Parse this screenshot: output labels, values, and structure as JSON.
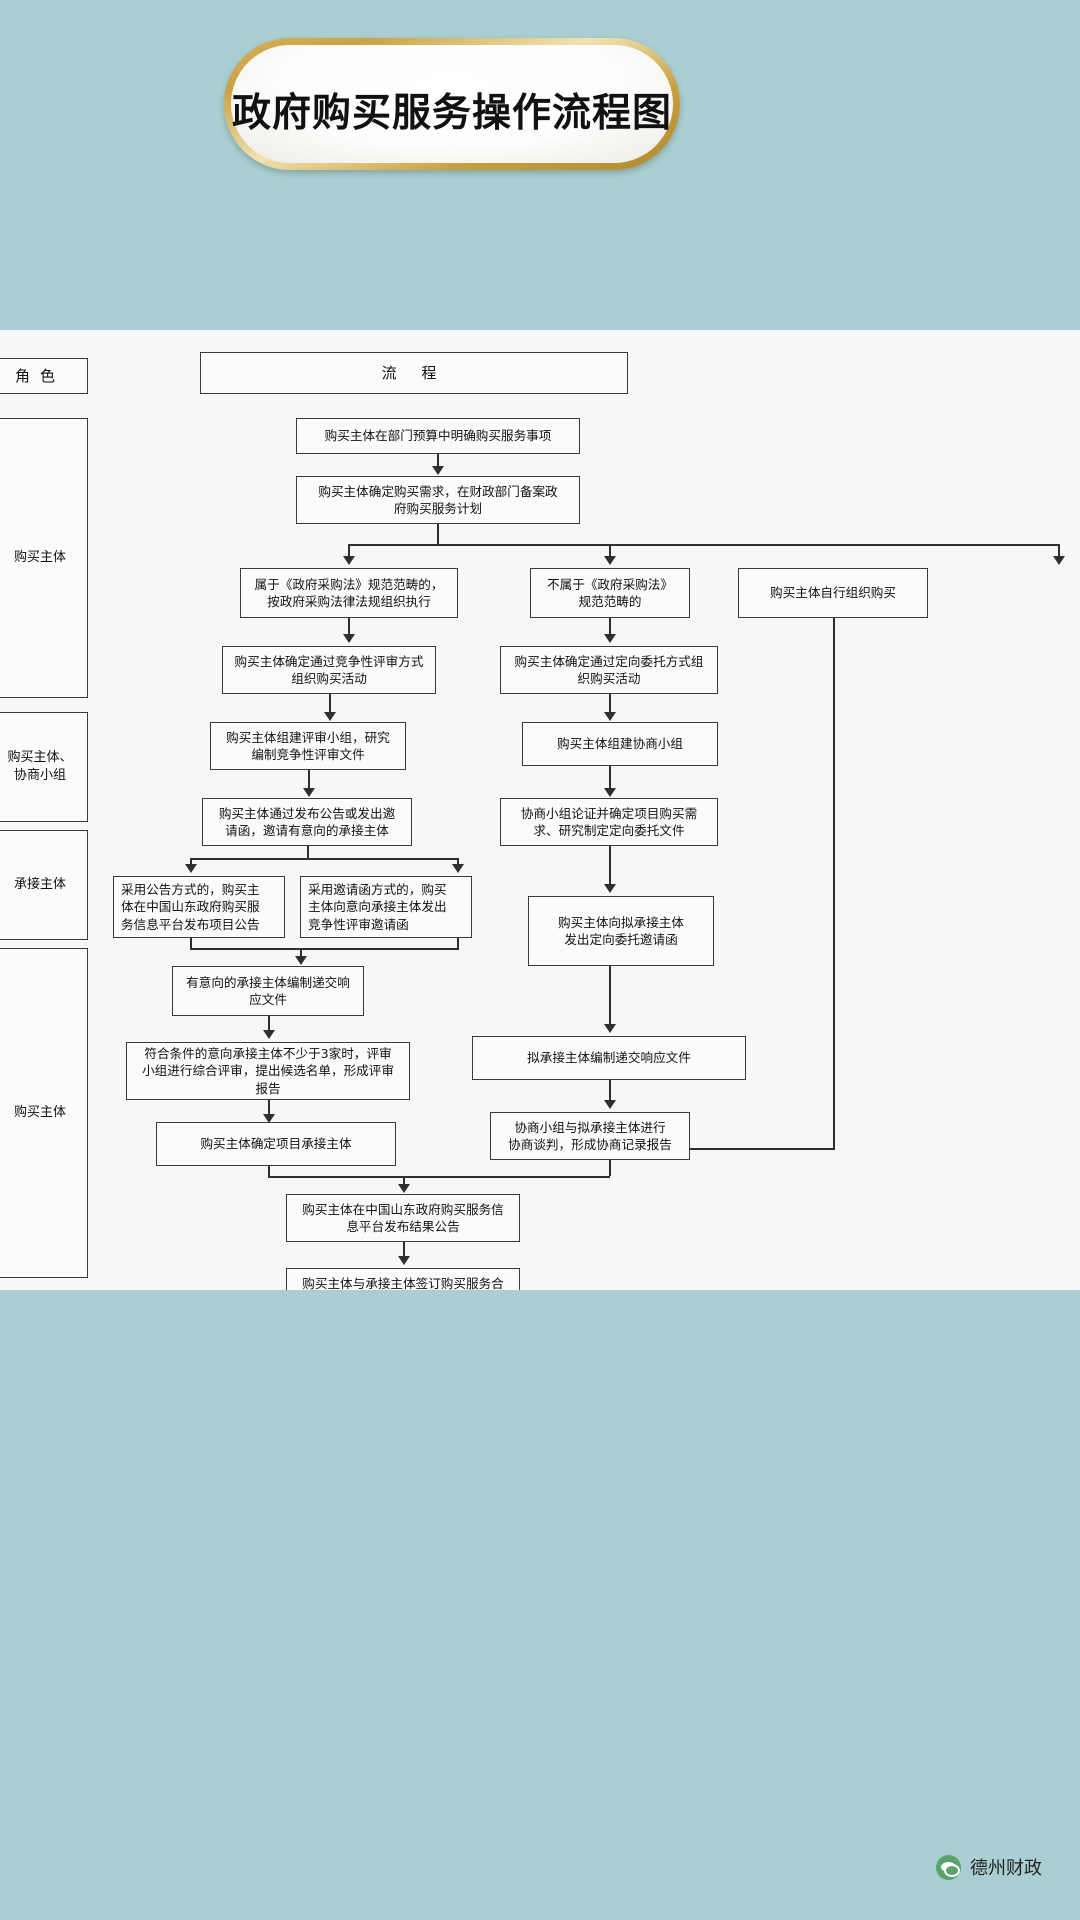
{
  "title": "政府购买服务操作流程图",
  "headers": {
    "role": "角色",
    "process": "流        程"
  },
  "roles": [
    {
      "label": "购买主体"
    },
    {
      "label": "购买主体、\n协商小组"
    },
    {
      "label": "承接主体"
    },
    {
      "label": "购买主体"
    }
  ],
  "nodes": {
    "n1": "购买主体在部门预算中明确购买服务事项",
    "n2": "购买主体确定购买需求，在财政部门备案政\n府购买服务计划",
    "n3a": "属于《政府采购法》规范范畴的，\n按政府采购法律法规组织执行",
    "n3b": "不属于《政府采购法》\n规范范畴的",
    "n3c": "购买主体自行组织购买",
    "n4a": "购买主体确定通过竞争性评审方式\n组织购买活动",
    "n4b": "购买主体确定通过定向委托方式组\n织购买活动",
    "n5a": "购买主体组建评审小组，研究\n编制竞争性评审文件",
    "n5b": "购买主体组建协商小组",
    "n6a": "购买主体通过发布公告或发出邀\n请函，邀请有意向的承接主体",
    "n6b": "协商小组论证并确定项目购买需\n求、研究制定定向委托文件",
    "n7a": "采用公告方式的，购买主\n体在中国山东政府购买服\n务信息平台发布项目公告",
    "n7b": "采用邀请函方式的，购买\n主体向意向承接主体发出\n竞争性评审邀请函",
    "n7c": "购买主体向拟承接主体\n发出定向委托邀请函",
    "n8a": "有意向的承接主体编制递交响\n应文件",
    "n9a": "符合条件的意向承接主体不少于3家时，评审\n小组进行综合评审，提出候选名单，形成评审\n报告",
    "n9b": "拟承接主体编制递交响应文件",
    "n10a": "购买主体确定项目承接主体",
    "n10b": "协商小组与拟承接主体进行\n协商谈判，形成协商记录报告",
    "n11": "购买主体在中国山东政府购买服务信\n息平台发布结果公告",
    "n12": "购买主体与承接主体签订购买服务合\n同，并履行合同"
  },
  "footer": {
    "account": "德州财政"
  },
  "colors": {
    "background": "#aacfd2",
    "panel": "#f7f7f5",
    "box_border": "#3a3a3a",
    "title_gold": "#caa245",
    "wechat_green": "#5aa469"
  }
}
